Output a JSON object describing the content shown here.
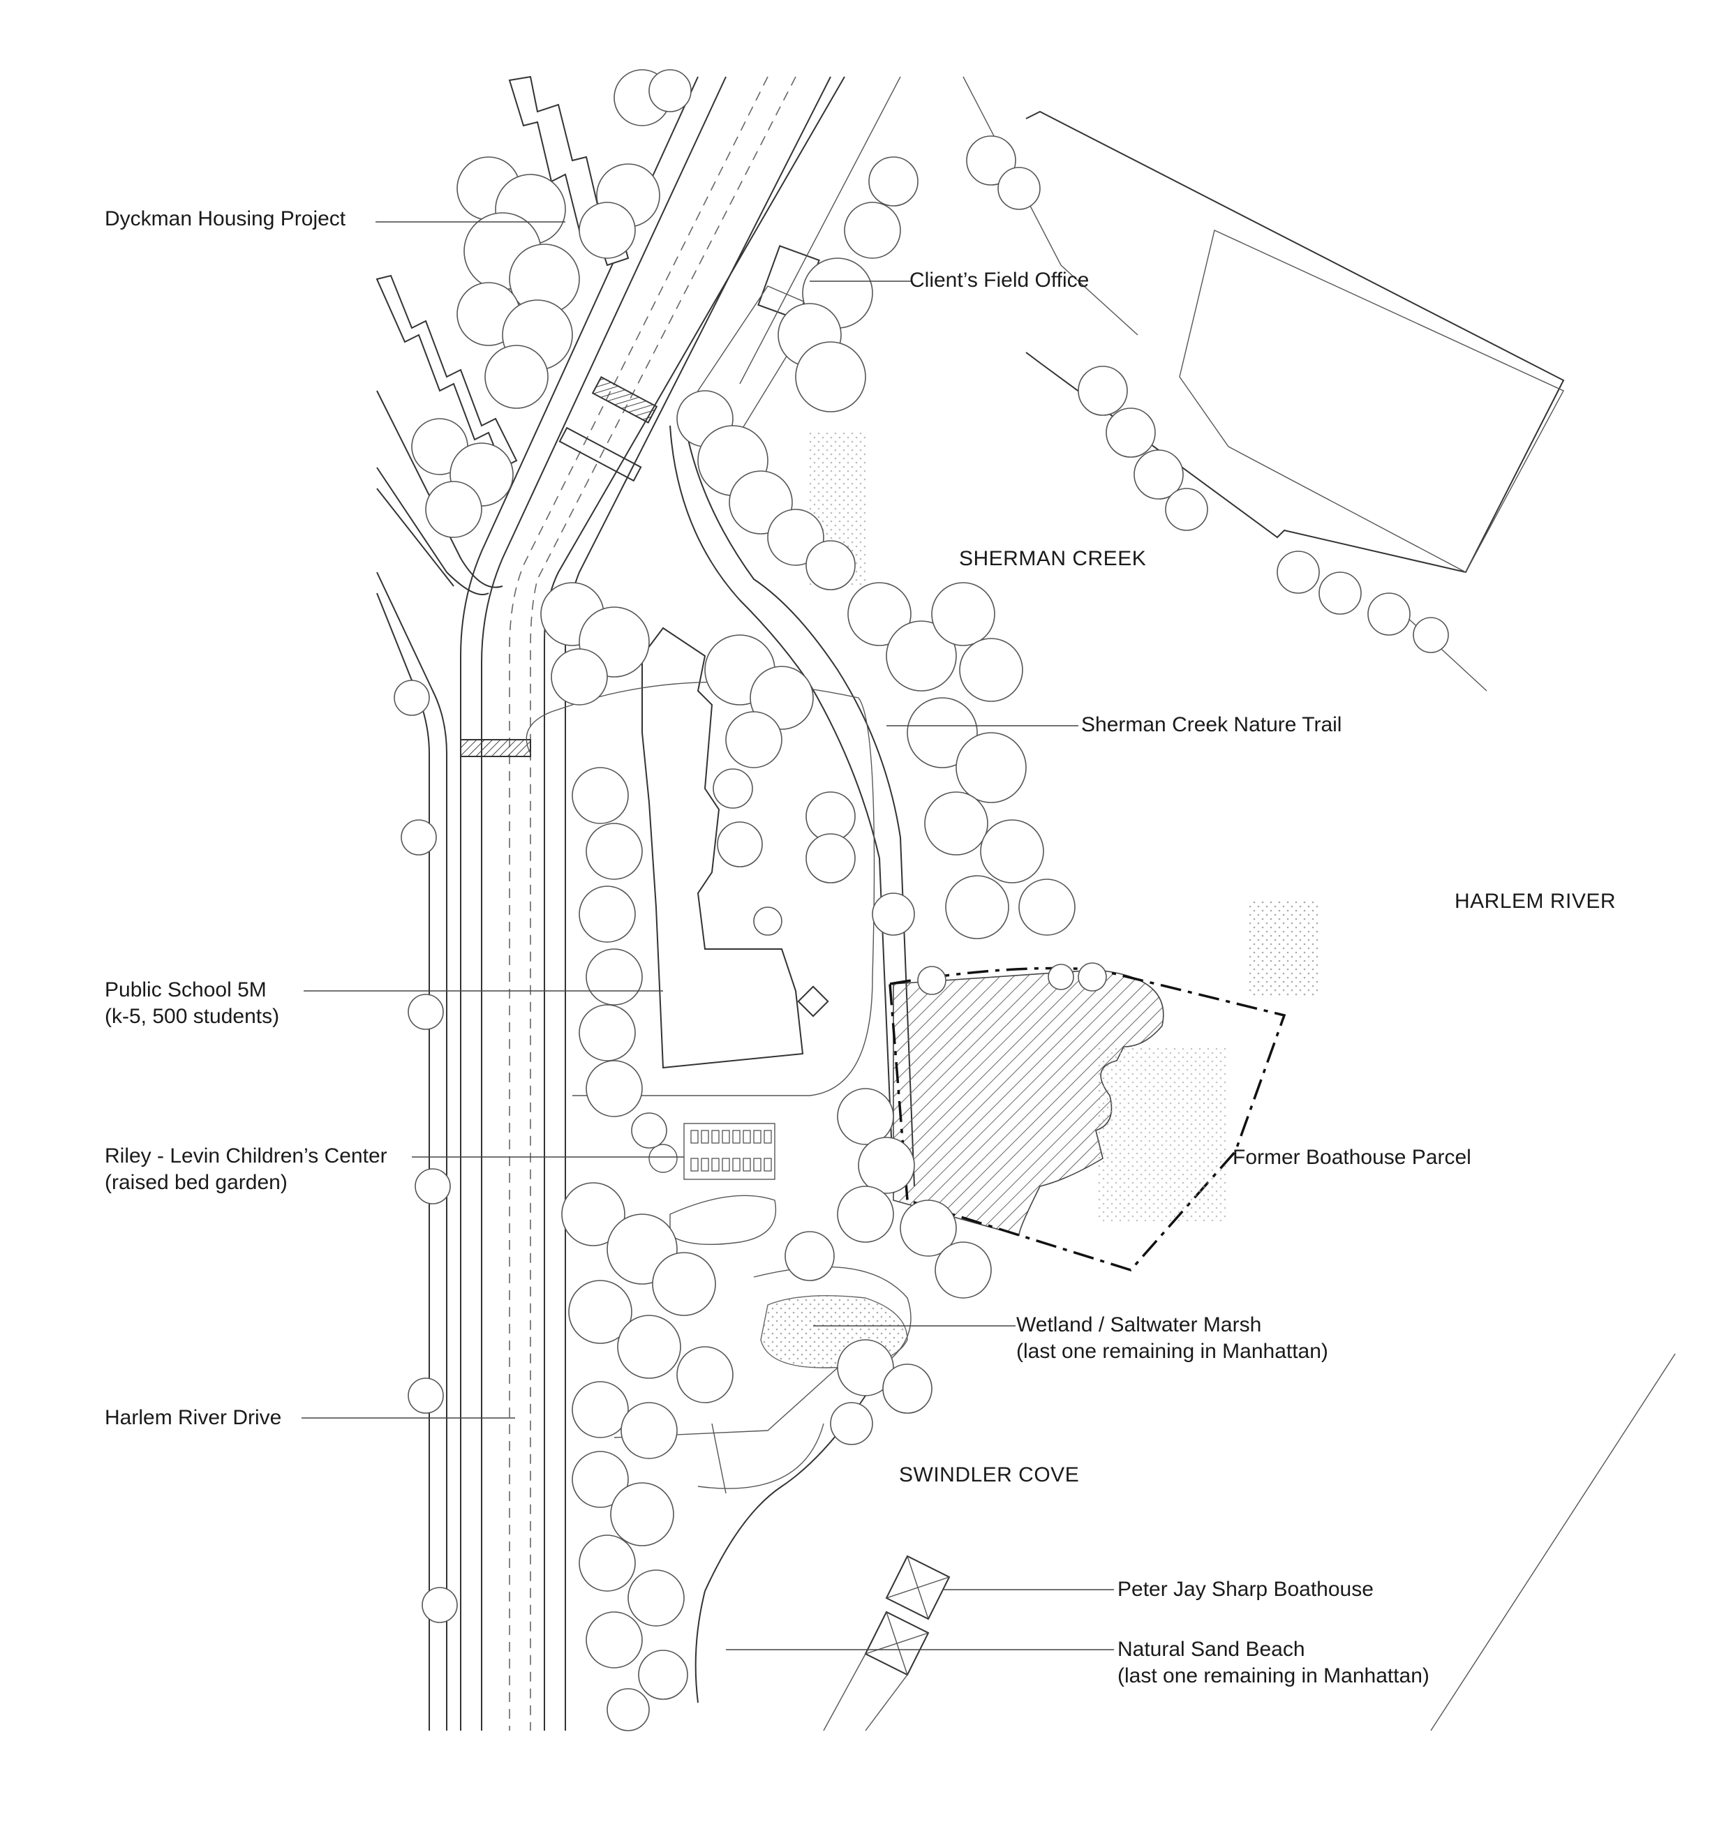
{
  "labels": {
    "dyckman": "Dyckman Housing Project",
    "field_office": "Client’s Field Office",
    "sherman_creek": "SHERMAN CREEK",
    "nature_trail": "Sherman Creek Nature Trail",
    "harlem_river": "HARLEM RIVER",
    "school_line1": "Public School 5M",
    "school_line2": "(k-5, 500 students)",
    "riley_line1": "Riley - Levin Children’s Center",
    "riley_line2": "(raised bed garden)",
    "boathouse_parcel": "Former Boathouse Parcel",
    "wetland_line1": "Wetland / Saltwater Marsh",
    "wetland_line2": "(last one remaining in Manhattan)",
    "harlem_drive": "Harlem River Drive",
    "swindler_cove": "SWINDLER COVE",
    "peter_jay": "Peter Jay Sharp Boathouse",
    "beach_line1": "Natural Sand Beach",
    "beach_line2": "(last one remaining in Manhattan)"
  }
}
